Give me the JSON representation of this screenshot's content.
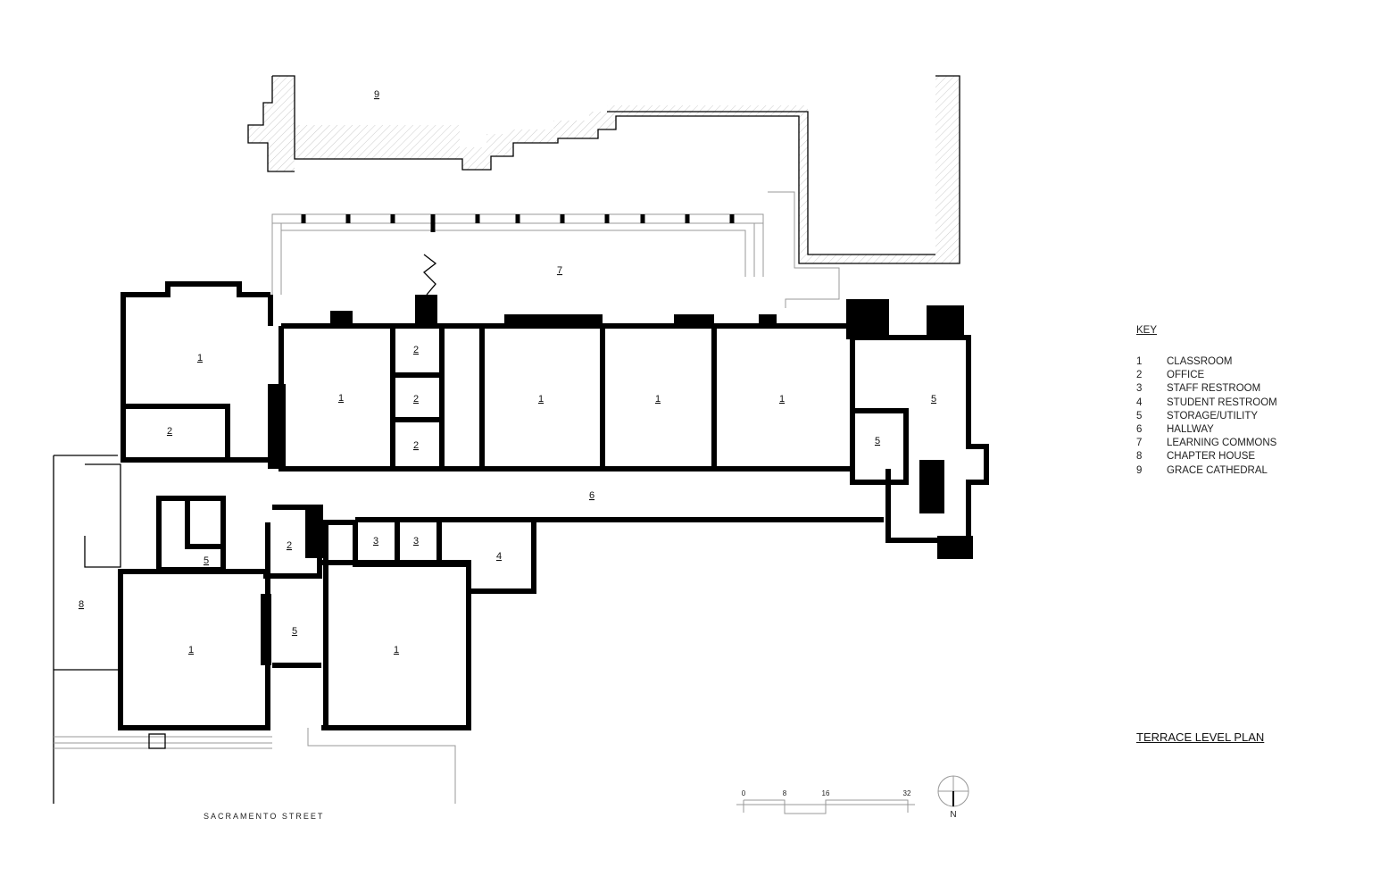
{
  "plan": {
    "title": "TERRACE LEVEL PLAN",
    "street": "SACRAMENTO STREET",
    "north_label": "N"
  },
  "key": {
    "title": "KEY",
    "items": [
      {
        "num": "1",
        "label": "CLASSROOM"
      },
      {
        "num": "2",
        "label": "OFFICE"
      },
      {
        "num": "3",
        "label": "STAFF RESTROOM"
      },
      {
        "num": "4",
        "label": "STUDENT RESTROOM"
      },
      {
        "num": "5",
        "label": "STORAGE/UTILITY"
      },
      {
        "num": "6",
        "label": "HALLWAY"
      },
      {
        "num": "7",
        "label": "LEARNING COMMONS"
      },
      {
        "num": "8",
        "label": "CHAPTER HOUSE"
      },
      {
        "num": "9",
        "label": "GRACE CATHEDRAL"
      }
    ]
  },
  "scale_bar": {
    "ticks": [
      "0",
      "8",
      "16",
      "32"
    ]
  },
  "rooms": {
    "r1a": "1",
    "r1b": "1",
    "r1c": "1",
    "r1d": "1",
    "r1e": "1",
    "r1f": "1",
    "r1g": "1",
    "r2a": "2",
    "r2b": "2",
    "r2c": "2",
    "r2d": "2",
    "r2e": "2",
    "r3a": "3",
    "r3b": "3",
    "r4": "4",
    "r5a": "5",
    "r5b": "5",
    "r5c": "5",
    "r5d": "5",
    "r6": "6",
    "r7": "7",
    "r8": "8",
    "r9": "9"
  }
}
